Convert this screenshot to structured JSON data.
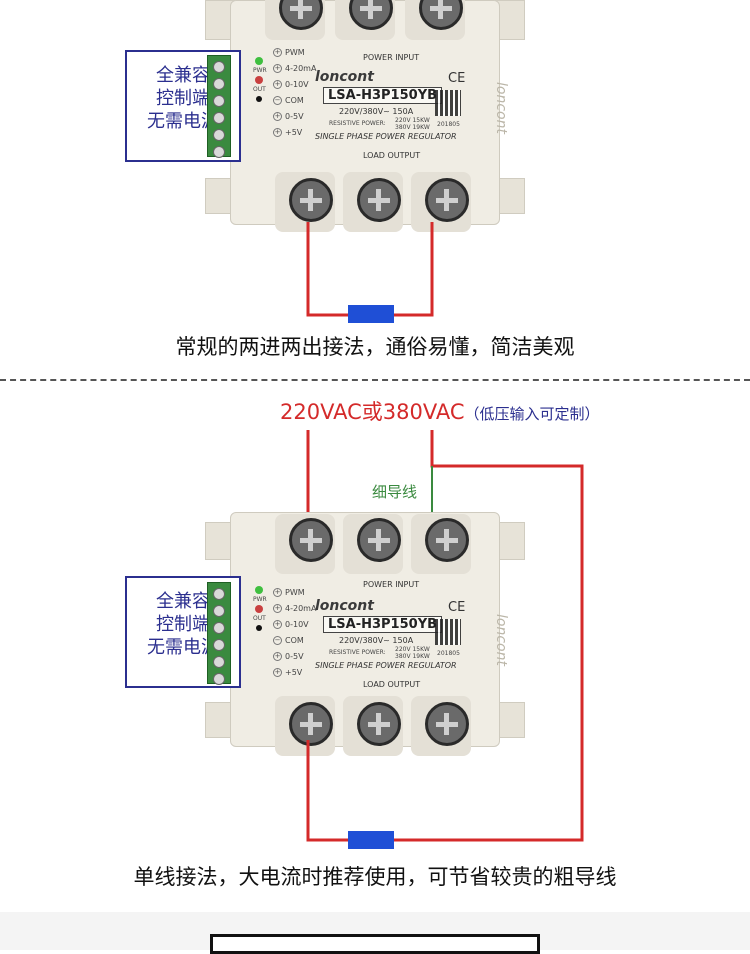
{
  "top_section": {
    "control_box": {
      "line1": "全兼容",
      "line2": "控制端",
      "line3": "无需电源"
    },
    "caption": "常规的两进两出接法，通俗易懂，简洁美观"
  },
  "bottom_section": {
    "voltage_label": "220VAC或380VAC",
    "voltage_note": "（低压输入可定制）",
    "wire_label": "细导线",
    "control_box": {
      "line1": "全兼容",
      "line2": "控制端",
      "line3": "无需电源"
    },
    "caption": "单线接法，大电流时推荐使用，可节省较贵的粗导线"
  },
  "device": {
    "brand": "loncont",
    "model": "LSA-H3P150YB",
    "rating": "220V/380V~ 150A",
    "resistive_label": "RESISTIVE POWER:",
    "resistive_1": "220V 15KW",
    "resistive_2": "380V 19KW",
    "product_name": "SINGLE PHASE POWER REGULATOR",
    "power_input": "POWER INPUT",
    "load_output": "LOAD OUTPUT",
    "date_code": "201805",
    "ce_mark": "CE",
    "led_pwr": "PWR",
    "led_out": "OUT",
    "side_text": "loncont",
    "pins": [
      "PWM",
      "4-20mA",
      "0-10V",
      "COM",
      "0-5V",
      "+5V"
    ]
  },
  "colors": {
    "wire_red": "#d42a2a",
    "wire_green": "#3a8a3f",
    "connector_blue": "#1f4fd6",
    "control_border": "#2b2f8f"
  }
}
